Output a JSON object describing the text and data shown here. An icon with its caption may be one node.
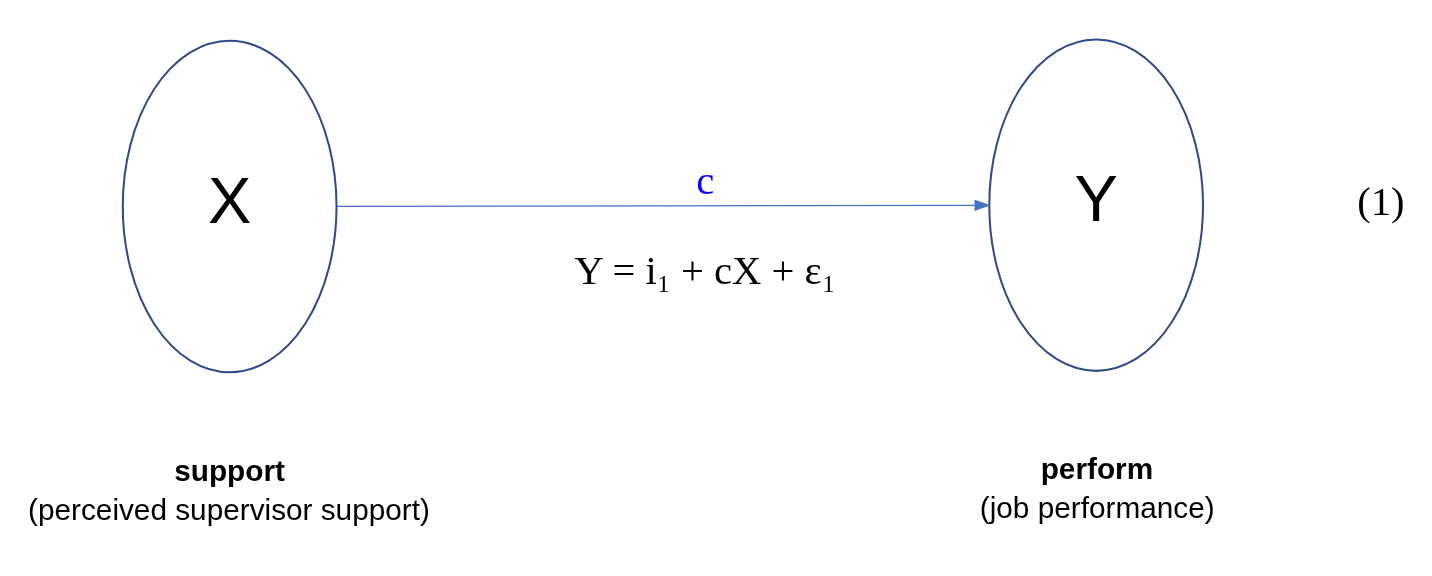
{
  "diagram": {
    "nodes": [
      {
        "text": [
          "X"
        ],
        "beside": [
          "support",
          "(perceived supervisor support)"
        ]
      },
      {
        "text": [
          "Y"
        ],
        "beside": [
          "perform",
          "(job performance)"
        ]
      }
    ],
    "edges": [
      {
        "from": 0,
        "to": 1,
        "arrow": "to",
        "label": "c"
      }
    ],
    "labels": [
      "Y = i₁ + cX + ε₁",
      "(1)"
    ]
  }
}
